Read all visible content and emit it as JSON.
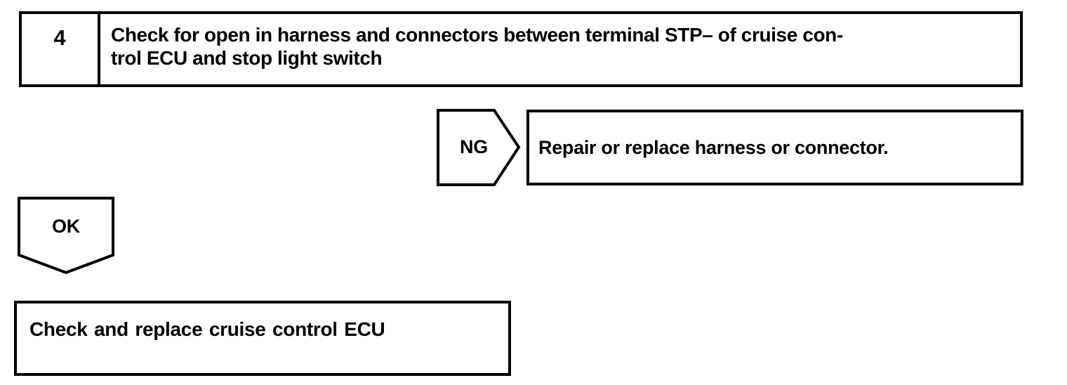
{
  "page": {
    "paper_color": "#ffffff",
    "ink_color": "#000000"
  },
  "flowchart": {
    "step": {
      "number": "4",
      "instruction_line1": "Check for open in harness and connectors between terminal STP– of cruise con-",
      "instruction_line2": "trol ECU and stop light switch"
    },
    "ng_branch": {
      "label": "NG",
      "action": "Repair or replace harness or connector."
    },
    "ok_branch": {
      "label": "OK",
      "action": "Check and replace cruise control ECU"
    }
  }
}
